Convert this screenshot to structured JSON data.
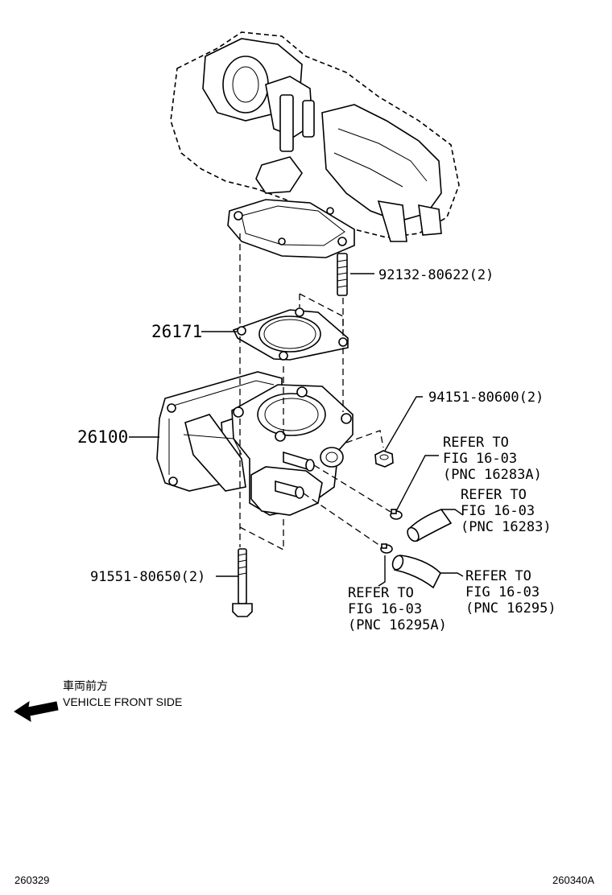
{
  "callouts": {
    "stud": "92132-80622(2)",
    "gasket": "26171",
    "throttle_body": "26100",
    "nut": "94151-80600(2)",
    "bolt": "91551-80650(2)"
  },
  "references": {
    "ref1": {
      "line1": "REFER TO",
      "line2": "FIG 16-03",
      "line3": "(PNC 16283A)"
    },
    "ref2": {
      "line1": "REFER TO",
      "line2": "FIG 16-03",
      "line3": "(PNC 16283)"
    },
    "ref3": {
      "line1": "REFER TO",
      "line2": "FIG 16-03",
      "line3": "(PNC 16295)"
    },
    "ref4": {
      "line1": "REFER TO",
      "line2": "FIG 16-03",
      "line3": "(PNC 16295A)"
    }
  },
  "direction": {
    "japanese": "車両前方",
    "english": "VEHICLE FRONT SIDE"
  },
  "footer": {
    "left_code": "260329",
    "right_code": "260340A"
  }
}
